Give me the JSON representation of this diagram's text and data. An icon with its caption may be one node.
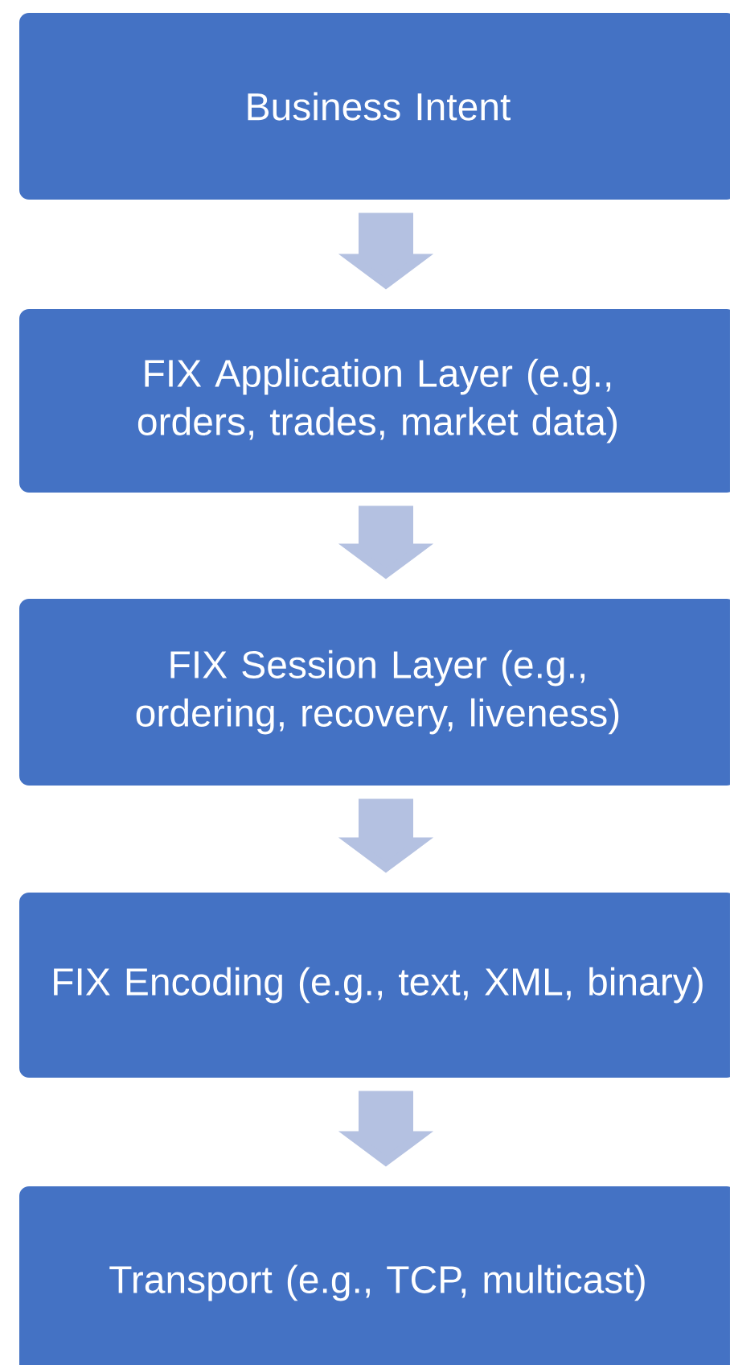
{
  "diagram": {
    "nodes": [
      {
        "text": [
          "Business Intent"
        ]
      },
      {
        "text": [
          "FIX Application Layer (e.g., orders, trades, market data)"
        ]
      },
      {
        "text": [
          "FIX Session Layer (e.g., ordering, recovery, liveness)"
        ]
      },
      {
        "text": [
          "FIX Encoding (e.g., text, XML, binary)"
        ]
      },
      {
        "text": [
          "Transport (e.g., TCP, multicast)"
        ]
      }
    ],
    "edges": [
      {
        "from": 0,
        "to": 1,
        "arrow": "to"
      },
      {
        "from": 1,
        "to": 2,
        "arrow": "to"
      },
      {
        "from": 2,
        "to": 3,
        "arrow": "to"
      },
      {
        "from": 3,
        "to": 4,
        "arrow": "to"
      }
    ]
  }
}
